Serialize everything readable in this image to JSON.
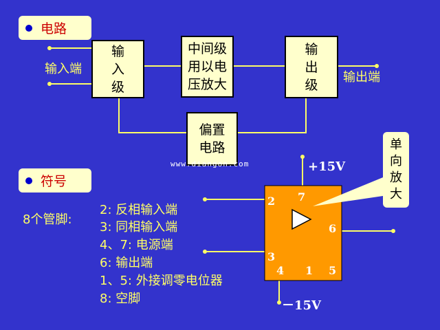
{
  "sections": {
    "circuit_label": "电路",
    "symbol_label": "符号"
  },
  "block_diagram": {
    "input_stage": [
      "输",
      "入",
      "级"
    ],
    "middle_stage": [
      "中间级",
      "用以电",
      "压放大"
    ],
    "output_stage": [
      "输",
      "出",
      "级"
    ],
    "bias_circuit": [
      "偏置",
      "电路"
    ],
    "input_terminal": "输入端",
    "output_terminal": "输出端"
  },
  "watermark": "www.diangon.com",
  "pins": {
    "heading": "8个管脚:",
    "items": [
      "2:  反相输入端",
      "3:  同相输入端",
      "4、7:  电源端",
      "6:  输出端",
      "1、5:  外接调零电位器",
      "8:  空脚"
    ]
  },
  "symbol": {
    "plus_supply": "+15V",
    "minus_supply": "－15V",
    "pin_2": "2",
    "pin_3": "3",
    "pin_7": "7",
    "pin_6": "6",
    "pin_4": "4",
    "pin_1": "1",
    "pin_5": "5",
    "callout": [
      "单",
      "向",
      "放",
      "大"
    ]
  },
  "colors": {
    "background": "#3333CC",
    "box_fill": "#FFFFCC",
    "accent_text": "#FFFF66",
    "label_red": "#CC0000",
    "chip_orange": "#FF9900"
  }
}
